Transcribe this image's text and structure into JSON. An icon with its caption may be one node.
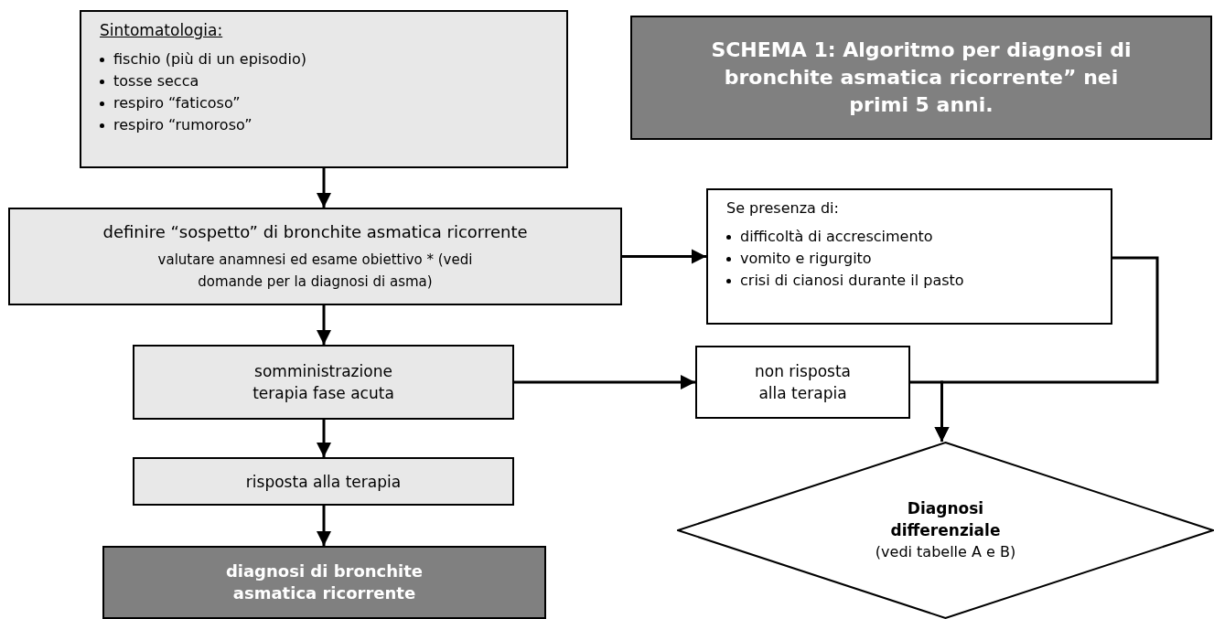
{
  "diagram": {
    "title": "SCHEMA 1: Algoritmo per diagnosi di bronchite asmatica ricorrente” nei primi 5 anni.",
    "nodes": [
      {
        "text": [
          "Sintomatologia:",
          "fischio (più di un episodio)",
          "tosse secca",
          "respiro “faticoso”",
          "respiro “rumoroso”"
        ]
      },
      {
        "text": [
          "definire “sospetto” di bronchite asmatica ricorrente",
          "valutare anamnesi ed esame obiettivo * (vedi domande per la diagnosi di asma)"
        ]
      },
      {
        "text": [
          "Se presenza di:",
          "difficoltà di accrescimento",
          "vomito e rigurgito",
          "crisi di cianosi durante il pasto"
        ]
      },
      {
        "text": [
          "somministrazione terapia fase acuta"
        ]
      },
      {
        "text": [
          "non risposta alla terapia"
        ]
      },
      {
        "text": [
          "risposta alla terapia"
        ]
      },
      {
        "text": [
          "Diagnosi differenziale",
          "(vedi tabelle A e B)"
        ]
      },
      {
        "text": [
          "diagnosi di bronchite asmatica ricorrente"
        ]
      }
    ],
    "edges": [
      {
        "from": 0,
        "to": 1,
        "arrow": "to"
      },
      {
        "from": 1,
        "to": 2,
        "arrow": "to"
      },
      {
        "from": 1,
        "to": 3,
        "arrow": "to"
      },
      {
        "from": 3,
        "to": 4,
        "arrow": "to"
      },
      {
        "from": 3,
        "to": 5,
        "arrow": "to"
      },
      {
        "from": 5,
        "to": 7,
        "arrow": "to"
      },
      {
        "from": 2,
        "to": 6,
        "arrow": "to"
      },
      {
        "from": 4,
        "to": 6,
        "arrow": "to"
      }
    ]
  }
}
